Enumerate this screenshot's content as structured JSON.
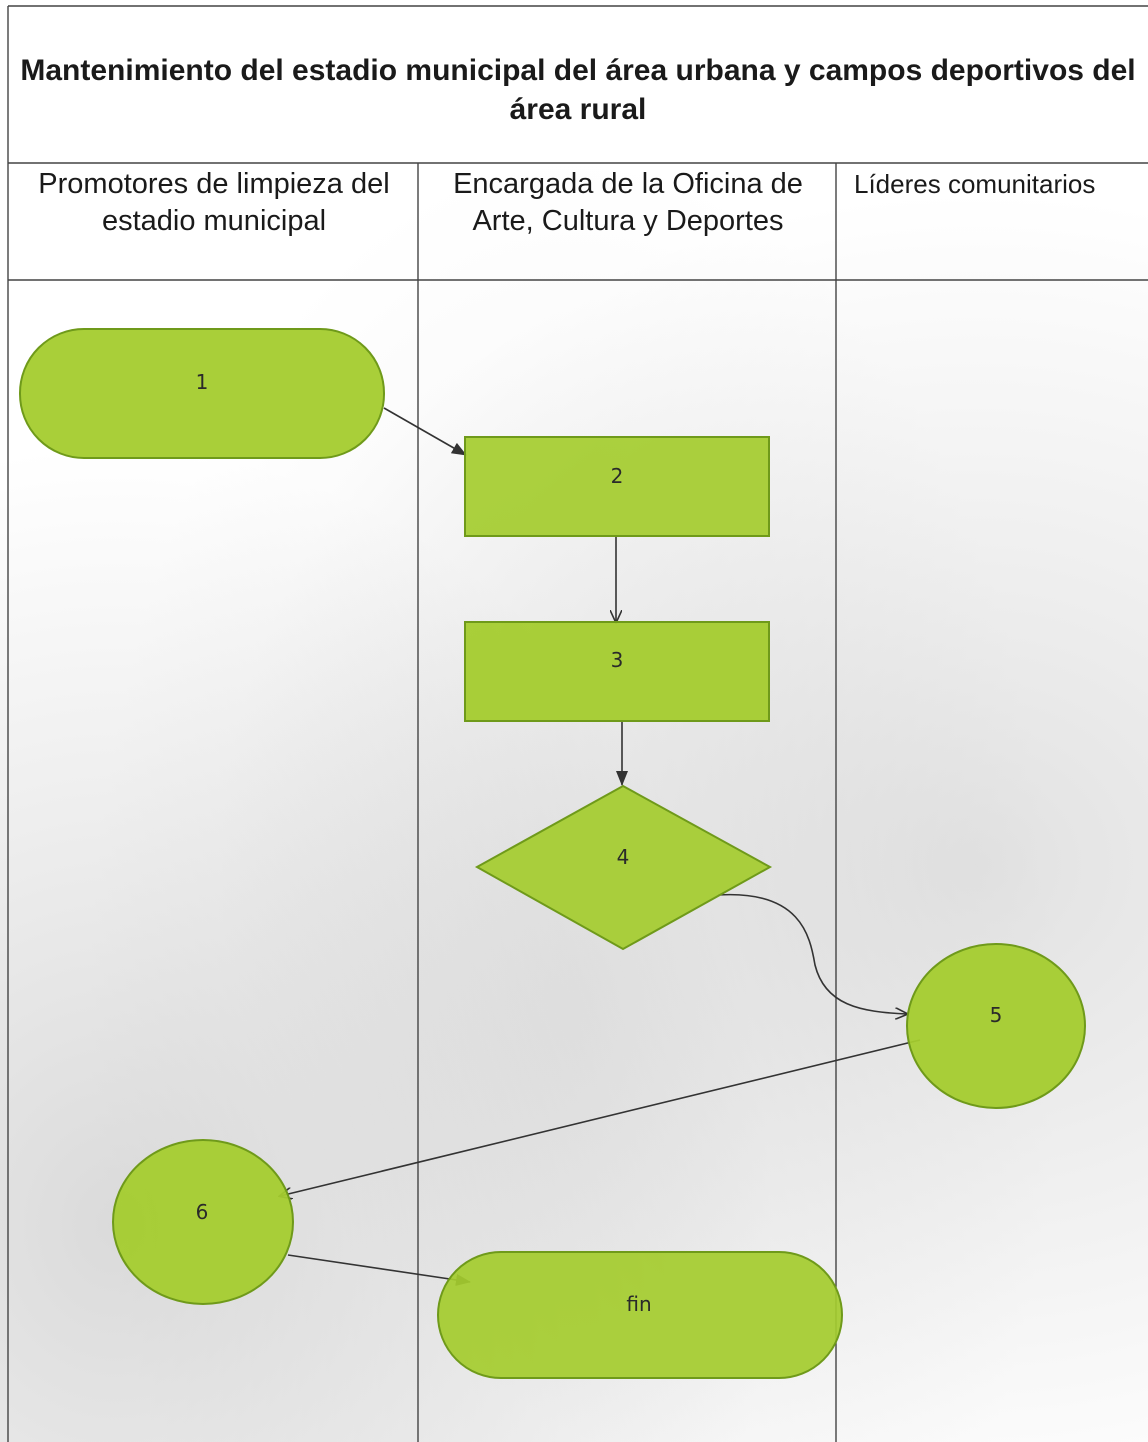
{
  "title": "Mantenimiento del estadio municipal del área urbana y campos deportivos del área rural",
  "lanes": [
    {
      "label": "Promotores de limpieza del estadio municipal"
    },
    {
      "label": "Encargada de la Oficina de Arte, Cultura y Deportes"
    },
    {
      "label": "Líderes comunitarios"
    }
  ],
  "nodes": [
    {
      "id": "n1",
      "label": "1",
      "shape": "terminator",
      "lane": 0
    },
    {
      "id": "n2",
      "label": "2",
      "shape": "process",
      "lane": 1
    },
    {
      "id": "n3",
      "label": "3",
      "shape": "process",
      "lane": 1
    },
    {
      "id": "n4",
      "label": "4",
      "shape": "decision",
      "lane": 1
    },
    {
      "id": "n5",
      "label": "5",
      "shape": "connector",
      "lane": 2
    },
    {
      "id": "n6",
      "label": "6",
      "shape": "connector",
      "lane": 0
    },
    {
      "id": "n7",
      "label": "fin",
      "shape": "terminator",
      "lane": 1
    }
  ],
  "edges": [
    {
      "from": "n1",
      "to": "n2"
    },
    {
      "from": "n2",
      "to": "n3"
    },
    {
      "from": "n3",
      "to": "n4"
    },
    {
      "from": "n4",
      "to": "n5"
    },
    {
      "from": "n5",
      "to": "n6"
    },
    {
      "from": "n6",
      "to": "n7"
    }
  ],
  "colors": {
    "node_fill": "#a4cc2e",
    "node_stroke": "#6f9a1a",
    "line": "#333333"
  }
}
